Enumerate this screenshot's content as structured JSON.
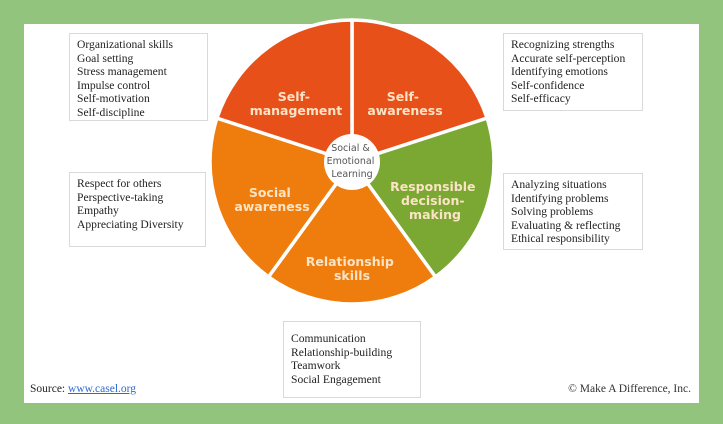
{
  "title": "Social & Emotional Learning",
  "colors": {
    "background": "#93c47d",
    "self_management": "#e8501a",
    "self_awareness": "#e8501a",
    "responsible_decision_making": "#7ba832",
    "relationship_skills": "#ef7d0e",
    "social_awareness": "#ef7d0e",
    "segment_text": "#fbe3c6",
    "center_text": "#555555"
  },
  "wheel": {
    "center_label": [
      "Social &",
      "Emotional",
      "Learning"
    ],
    "segments": [
      {
        "id": "self-awareness",
        "label": [
          "Self-",
          "awareness"
        ]
      },
      {
        "id": "responsible-decision-making",
        "label": [
          "Responsible",
          "decision-",
          "making"
        ]
      },
      {
        "id": "relationship-skills",
        "label": [
          "Relationship",
          "skills"
        ]
      },
      {
        "id": "social-awareness",
        "label": [
          "Social",
          "awareness"
        ]
      },
      {
        "id": "self-management",
        "label": [
          "Self-",
          "management"
        ]
      }
    ]
  },
  "boxes": {
    "self_management": [
      "Organizational skills",
      "Goal setting",
      "Stress management",
      "Impulse control",
      "Self-motivation",
      "Self-discipline"
    ],
    "self_awareness": [
      "Recognizing strengths",
      "Accurate self-perception",
      "Identifying emotions",
      "Self-confidence",
      "Self-efficacy"
    ],
    "social_awareness": [
      "Respect for others",
      "Perspective-taking",
      "Empathy",
      "Appreciating Diversity"
    ],
    "responsible_decision_making": [
      "Analyzing situations",
      "Identifying problems",
      "Solving problems",
      "Evaluating & reflecting",
      "Ethical responsibility"
    ],
    "relationship_skills": [
      "Communication",
      "Relationship-building",
      "Teamwork",
      "Social Engagement"
    ]
  },
  "footer": {
    "source_label": "Source:",
    "source_link": "www.casel.org",
    "copyright": "© Make A Difference, Inc."
  }
}
